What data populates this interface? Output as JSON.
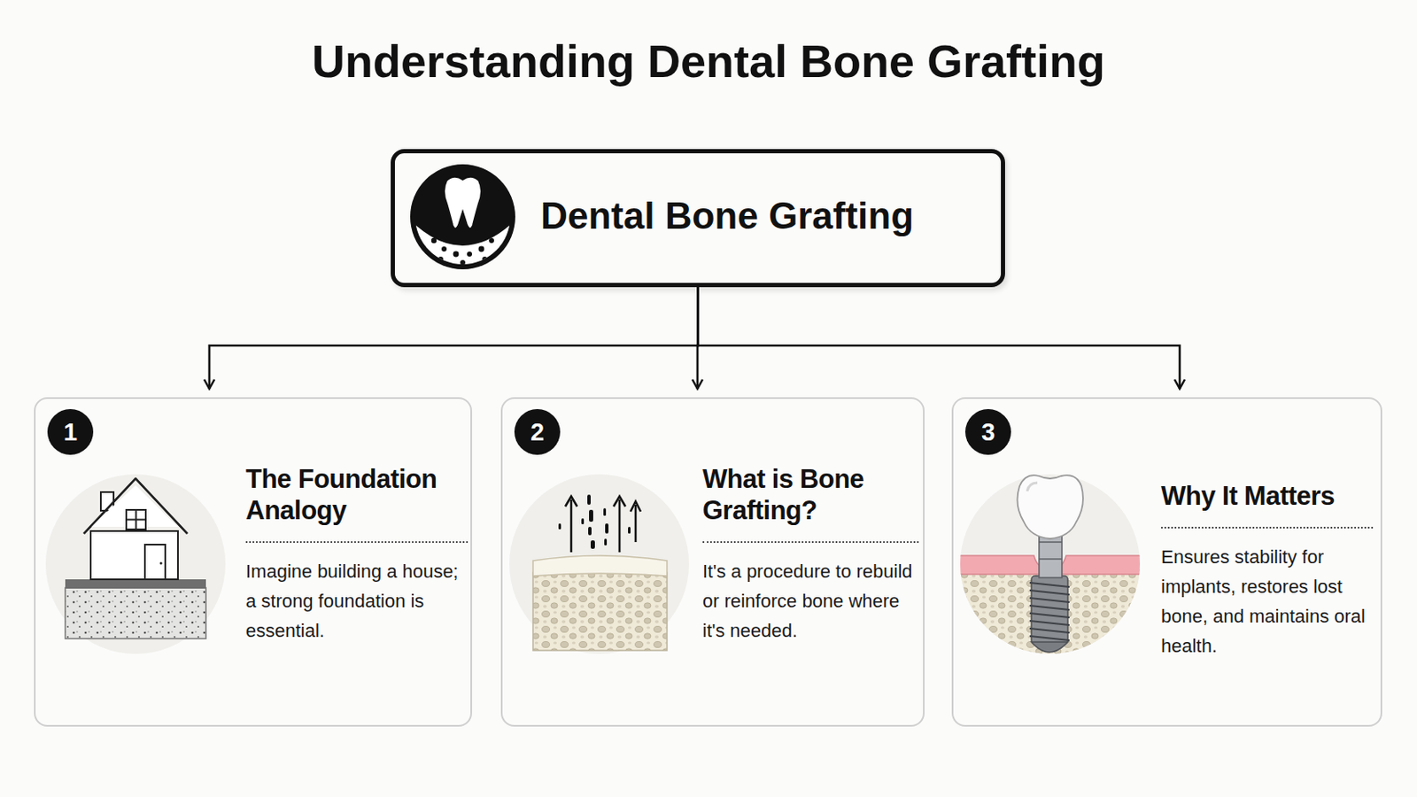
{
  "diagram": {
    "title": "Understanding Dental Bone Grafting",
    "nodes": [
      {
        "text": [
          "Dental Bone Grafting"
        ]
      },
      {
        "text": [
          "1",
          "The Foundation Analogy",
          "Imagine building a house; a strong foundation is essential."
        ]
      },
      {
        "text": [
          "2",
          "What is Bone Grafting?",
          "It's a procedure to rebuild or reinforce bone where it's needed."
        ]
      },
      {
        "text": [
          "3",
          "Why It Matters",
          "Ensures stability for implants, restores lost bone, and maintains oral health."
        ]
      }
    ],
    "edges": [
      {
        "from": 0,
        "to": 1,
        "arrow": "to"
      },
      {
        "from": 0,
        "to": 2,
        "arrow": "to"
      },
      {
        "from": 0,
        "to": 3,
        "arrow": "to"
      }
    ]
  }
}
